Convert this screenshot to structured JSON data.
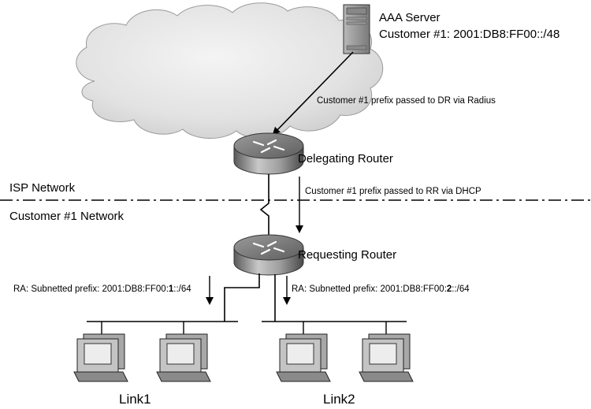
{
  "aaa_server": {
    "title": "AAA Server",
    "prefix_line": "Customer #1: 2001:DB8:FF00::/48"
  },
  "arrows": {
    "to_dr": "Customer #1 prefix passed to DR via Radius",
    "to_rr": "Customer #1 prefix passed to RR via DHCP"
  },
  "routers": {
    "delegating": "Delegating Router",
    "requesting": "Requesting Router"
  },
  "networks": {
    "isp": "ISP Network",
    "customer": "Customer #1 Network"
  },
  "ra": {
    "link1": {
      "prefix_start": "RA: Subnetted prefix: 2001:DB8:FF00:",
      "prefix_bold": "1",
      "prefix_end": "::/64"
    },
    "link2": {
      "prefix_start": "RA: Subnetted prefix: 2001:DB8:FF00:",
      "prefix_bold": "2",
      "prefix_end": "::/64"
    }
  },
  "links": {
    "link1": "Link1",
    "link2": "Link2"
  }
}
